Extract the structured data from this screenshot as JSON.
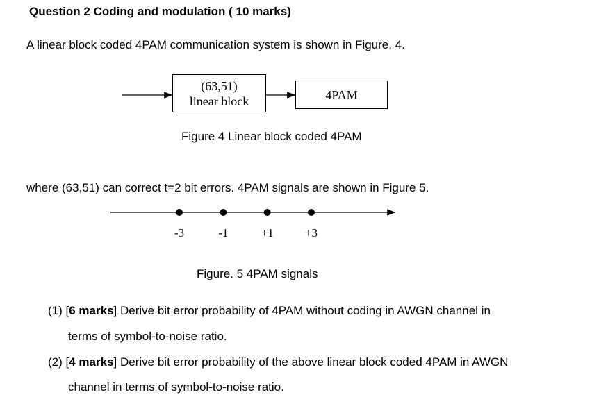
{
  "heading": "Question 2 Coding and modulation  ( 10 marks)",
  "intro": "A linear block coded 4PAM communication system is shown in Figure. 4.",
  "figure4": {
    "box1_line1": "(63,51)",
    "box1_line2": "linear  block",
    "box2": "4PAM",
    "caption": "Figure 4 Linear block coded 4PAM"
  },
  "where_text": "where (63,51) can correct t=2 bit errors. 4PAM signals are shown in Figure 5.",
  "figure5": {
    "points": [
      {
        "value": -3,
        "label": "-3"
      },
      {
        "value": -1,
        "label": "-1"
      },
      {
        "value": 1,
        "label": "+1"
      },
      {
        "value": 3,
        "label": "+3"
      }
    ],
    "caption": "Figure. 5 4PAM signals"
  },
  "questions": [
    {
      "number": "(1)",
      "open": "[",
      "marks": "6 marks",
      "close": "]",
      "line1_rest": " Derive bit error probability of 4PAM without coding in AWGN channel in",
      "line2": "terms of symbol-to-noise ratio."
    },
    {
      "number": "(2)",
      "open": "[",
      "marks": "4 marks",
      "close": "]",
      "line1_rest": " Derive bit error probability of the above linear block coded 4PAM in AWGN",
      "line2": "channel in terms of symbol-to-noise ratio."
    }
  ]
}
